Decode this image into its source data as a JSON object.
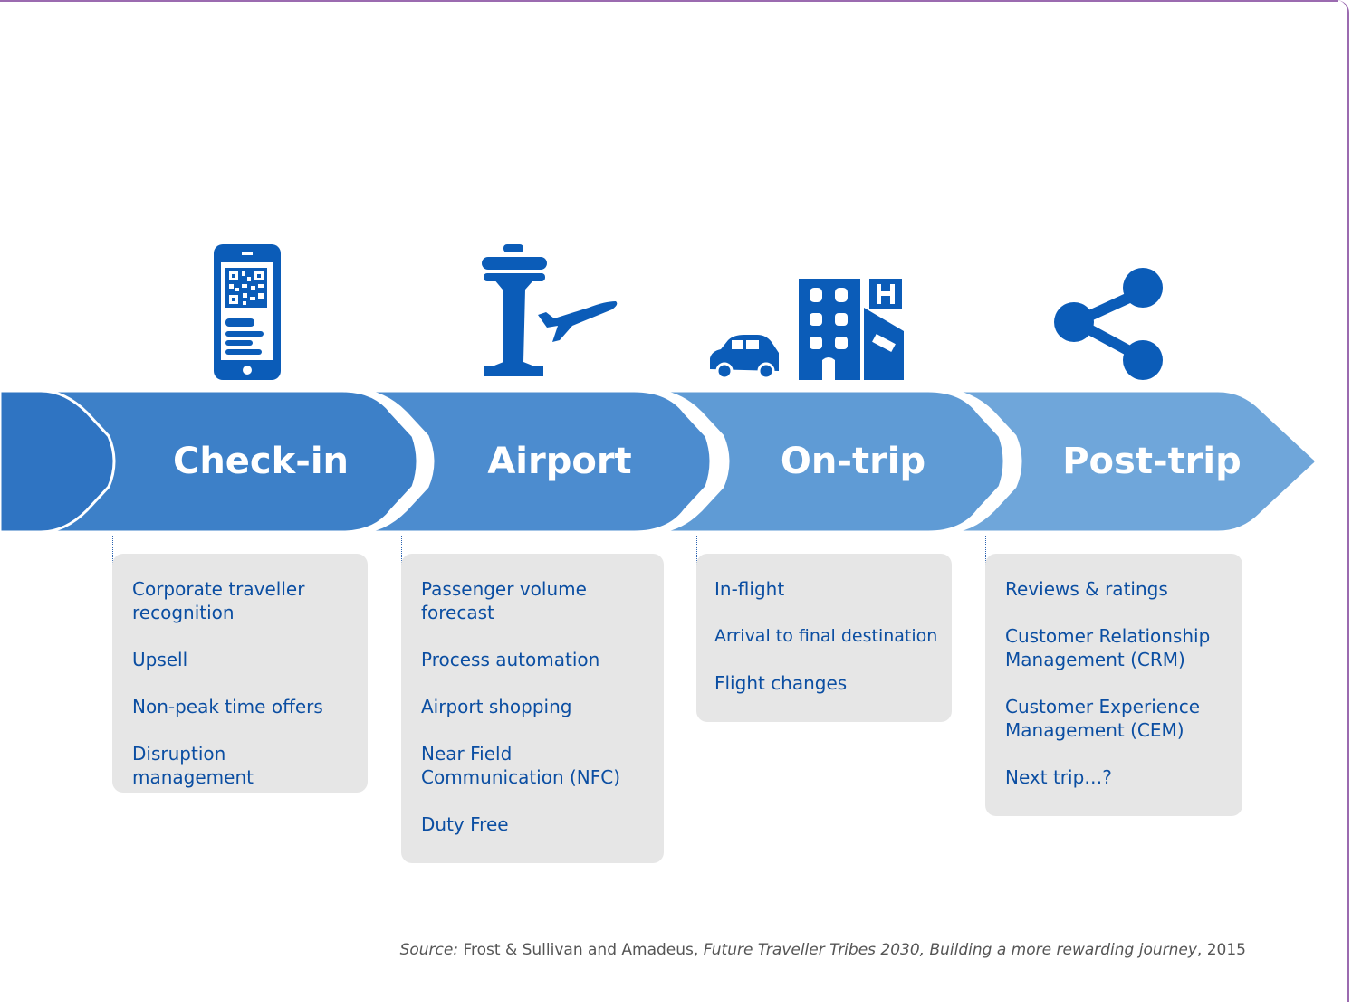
{
  "stages": [
    {
      "label": "Check-in",
      "icon": "smartphone-qr-icon",
      "items": [
        "Corporate traveller recognition",
        "Upsell",
        "Non-peak time offers",
        "Disruption management"
      ]
    },
    {
      "label": "Airport",
      "icon": "control-tower-plane-icon",
      "items": [
        "Passenger volume forecast",
        "Process automation",
        "Airport shopping",
        "Near Field Communication (NFC)",
        "Duty Free"
      ]
    },
    {
      "label": "On-trip",
      "icon": "car-hotel-icon",
      "items": [
        "In-flight",
        "Arrival to final destination",
        "Flight changes"
      ]
    },
    {
      "label": "Post-trip",
      "icon": "share-icon",
      "items": [
        "Reviews & ratings",
        "Customer Relationship Management (CRM)",
        "Customer Experience Management (CEM)",
        "Next trip…?"
      ]
    }
  ],
  "source": {
    "prefix": "Source:",
    "authors": " Frost & Sullivan and Amadeus, ",
    "title": "Future Traveller Tribes 2030, Building a more rewarding journey",
    "year": ", 2015"
  },
  "colors": {
    "icon": "#0b5cb8",
    "chevrons": [
      "#2f74c2",
      "#3d80c8",
      "#4c8ccf",
      "#5f9bd5",
      "#6fa6da"
    ],
    "box": "#e6e6e6",
    "text": "#0b4ea2"
  }
}
